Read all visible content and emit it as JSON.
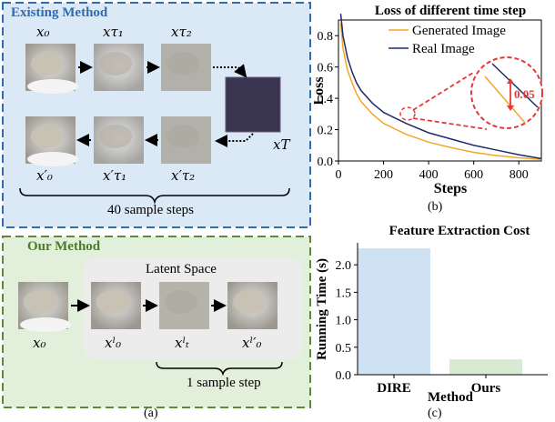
{
  "panel_a": {
    "existing": {
      "title": "Existing Method",
      "top_labels": [
        "x₀",
        "xτ₁",
        "xτ₂"
      ],
      "noise_label": "xT",
      "bottom_labels": [
        "x′₀",
        "x′τ₁",
        "x′τ₂"
      ],
      "steps_caption": "40 sample steps"
    },
    "ours": {
      "title": "Our Method",
      "latent_label": "Latent Space",
      "input_label": "x₀",
      "latent_labels": [
        "xˡ₀",
        "xˡₜ",
        "xˡ′₀"
      ],
      "steps_caption": "1 sample step"
    },
    "caption": "(a)"
  },
  "caption_b": "(b)",
  "caption_c": "(c)",
  "chart_data": [
    {
      "type": "line",
      "title": "Loss of different time step",
      "xlabel": "Steps",
      "ylabel": "Loss",
      "xlim": [
        0,
        900
      ],
      "ylim": [
        0,
        0.9
      ],
      "xticks": [
        0,
        200,
        400,
        600,
        800
      ],
      "yticks": [
        0.0,
        0.2,
        0.4,
        0.6,
        0.8
      ],
      "legend_position": "top-right",
      "annotation": "0.05",
      "series": [
        {
          "name": "Generated Image",
          "color": "#f5a623",
          "x": [
            10,
            20,
            40,
            60,
            80,
            100,
            150,
            200,
            300,
            400,
            500,
            600,
            700,
            800,
            900
          ],
          "y": [
            0.88,
            0.72,
            0.58,
            0.5,
            0.43,
            0.38,
            0.3,
            0.24,
            0.17,
            0.12,
            0.085,
            0.055,
            0.035,
            0.02,
            0.01
          ]
        },
        {
          "name": "Real Image",
          "color": "#1f2a6b",
          "x": [
            10,
            20,
            40,
            60,
            80,
            100,
            150,
            200,
            300,
            400,
            500,
            600,
            700,
            800,
            900
          ],
          "y": [
            0.94,
            0.8,
            0.66,
            0.57,
            0.5,
            0.45,
            0.37,
            0.31,
            0.24,
            0.18,
            0.14,
            0.1,
            0.07,
            0.04,
            0.015
          ]
        }
      ]
    },
    {
      "type": "bar",
      "title": "Feature Extraction Cost",
      "xlabel": "Method",
      "ylabel": "Running Time (s)",
      "categories": [
        "DIRE",
        "Ours"
      ],
      "values": [
        2.3,
        0.28
      ],
      "ylim": [
        0,
        2.4
      ],
      "yticks": [
        0.0,
        0.5,
        1.0,
        1.5,
        2.0
      ],
      "colors": [
        "#cfe2f3",
        "#d9ead3"
      ]
    }
  ]
}
